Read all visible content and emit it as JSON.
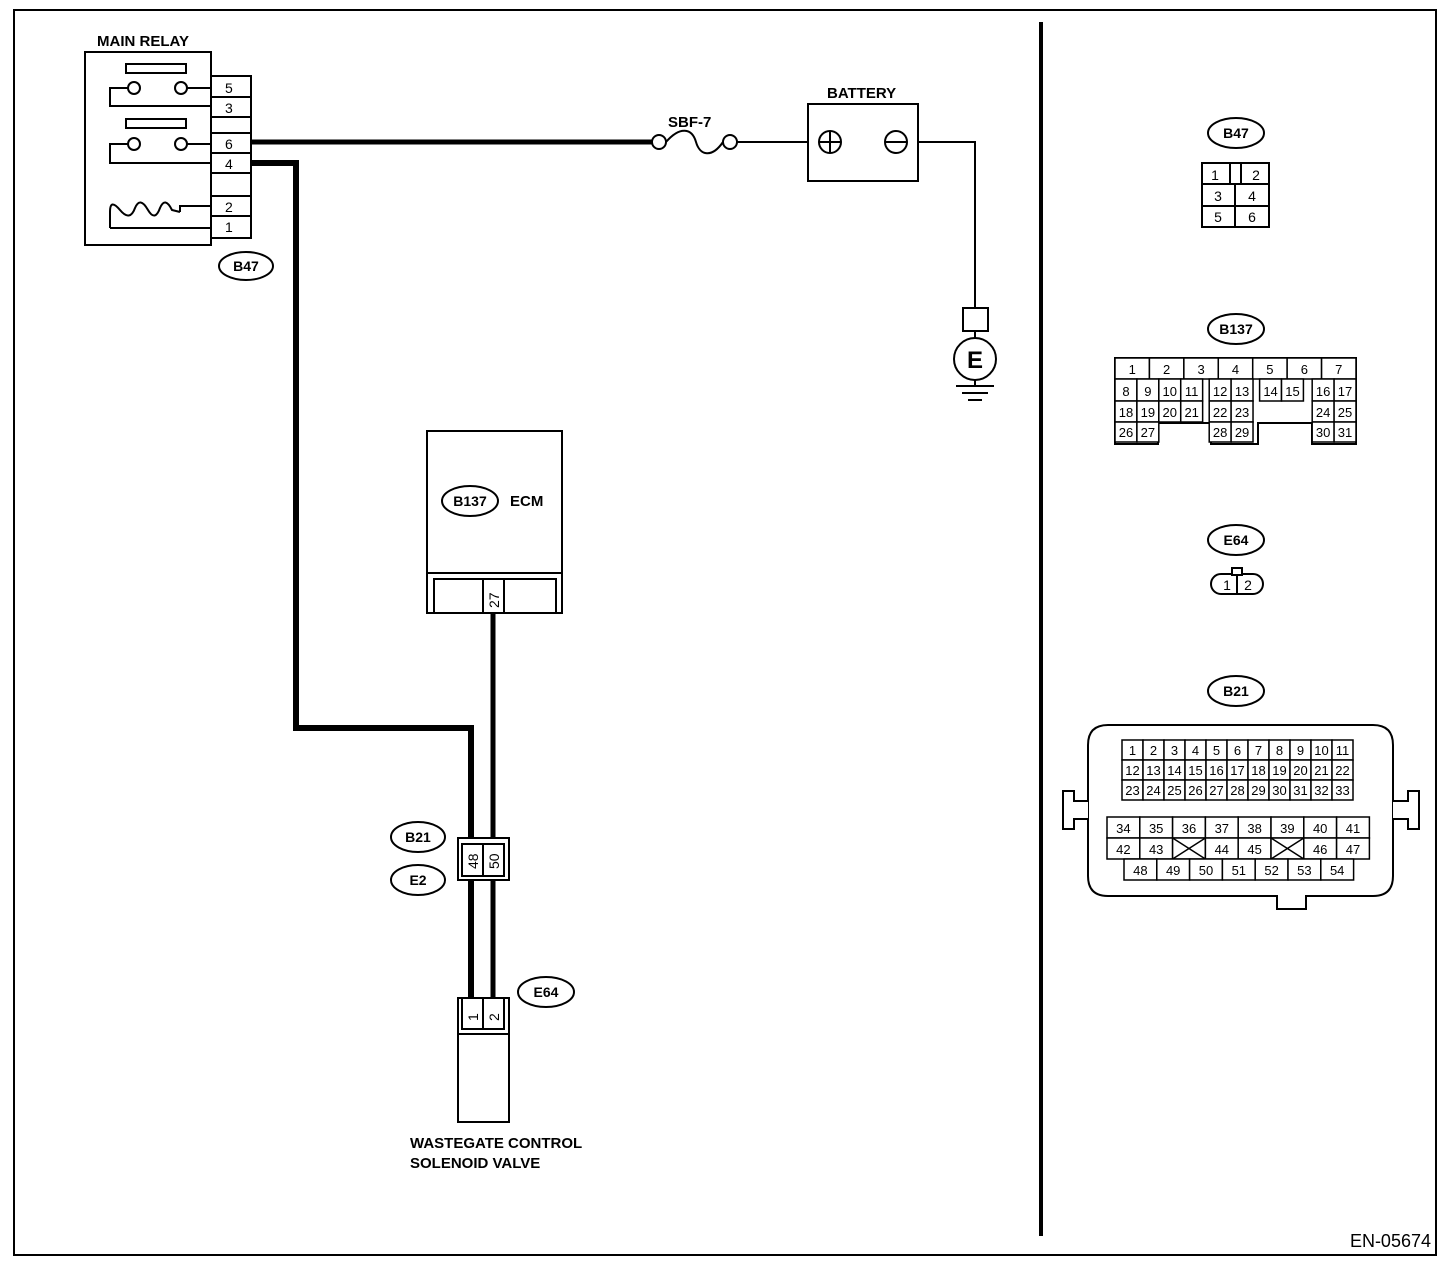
{
  "main_relay": {
    "label": "MAIN RELAY",
    "connector": "B47",
    "pins": [
      "5",
      "3",
      "6",
      "4",
      "2",
      "1"
    ]
  },
  "fuse": {
    "label": "SBF-7"
  },
  "battery": {
    "label": "BATTERY",
    "positive_symbol": "⊕",
    "negative_symbol": "⊖"
  },
  "ground": {
    "label": "E"
  },
  "ecm": {
    "label": "ECM",
    "connector": "B137",
    "pin": "27"
  },
  "joint_connector": {
    "upper": "B21",
    "lower": "E2",
    "pins": [
      "48",
      "50"
    ]
  },
  "solenoid": {
    "connector": "E64",
    "pins": [
      "1",
      "2"
    ],
    "label_line1": "WASTEGATE CONTROL",
    "label_line2": "SOLENOID VALVE"
  },
  "connector_views": {
    "b47": {
      "name": "B47",
      "rows": [
        [
          "1",
          "2"
        ],
        [
          "3",
          "4"
        ],
        [
          "5",
          "6"
        ]
      ]
    },
    "b137": {
      "name": "B137",
      "rows": [
        [
          "1",
          "2",
          "3",
          "4",
          "5",
          "6",
          "7"
        ],
        [
          "8",
          "9",
          "10",
          "11",
          "12",
          "13",
          "14",
          "15",
          "16",
          "17"
        ],
        [
          "18",
          "19",
          "20",
          "21",
          "22",
          "23",
          "24",
          "25"
        ],
        [
          "26",
          "27",
          "28",
          "29",
          "30",
          "31"
        ]
      ]
    },
    "e64": {
      "name": "E64",
      "pins": [
        "1",
        "2"
      ]
    },
    "b21": {
      "name": "B21",
      "rows": [
        [
          "1",
          "2",
          "3",
          "4",
          "5",
          "6",
          "7",
          "8",
          "9",
          "10",
          "11"
        ],
        [
          "12",
          "13",
          "14",
          "15",
          "16",
          "17",
          "18",
          "19",
          "20",
          "21",
          "22"
        ],
        [
          "23",
          "24",
          "25",
          "26",
          "27",
          "28",
          "29",
          "30",
          "31",
          "32",
          "33"
        ],
        [
          "34",
          "35",
          "36",
          "37",
          "38",
          "39",
          "40",
          "41"
        ],
        [
          "42",
          "43",
          "44",
          "45",
          "46",
          "47"
        ],
        [
          "48",
          "49",
          "50",
          "51",
          "52",
          "53",
          "54"
        ]
      ]
    }
  },
  "figure_id": "EN-05674"
}
